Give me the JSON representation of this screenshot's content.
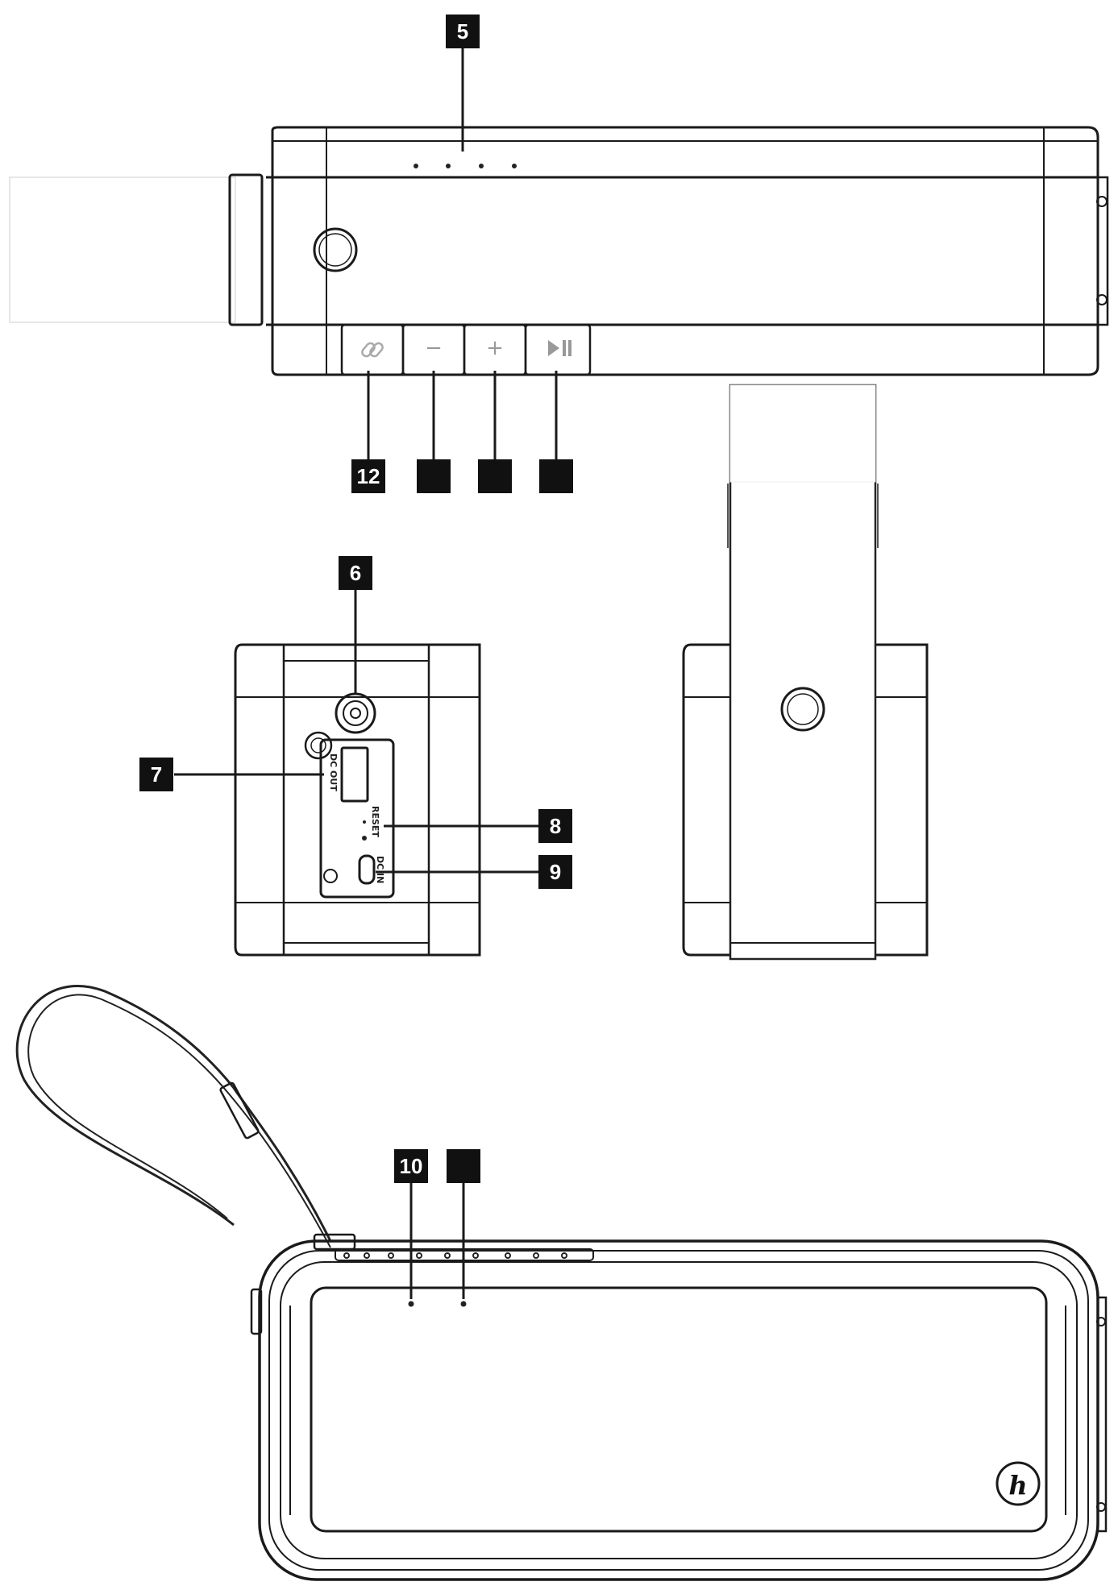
{
  "labels": {
    "top_led": "5",
    "link_button": "12",
    "volume_down_button": "",
    "volume_up_button": "",
    "play_pause_button": "",
    "aux_port": "6",
    "usb_dc_out": "7",
    "reset": "8",
    "dc_in": "9",
    "front_led_left": "10",
    "front_led_right": ""
  },
  "port_text": {
    "dc_out": "DC OUT",
    "reset": "RESET",
    "dc_in": "DC IN"
  },
  "buttons": {
    "link_symbol": "link-icon",
    "minus_symbol": "−",
    "plus_symbol": "+",
    "play_pause_symbol": "▶II"
  },
  "brand_logo": "h",
  "colors": {
    "line": "#1a1a1a",
    "label_bg": "#111111",
    "label_fg": "#ffffff"
  }
}
